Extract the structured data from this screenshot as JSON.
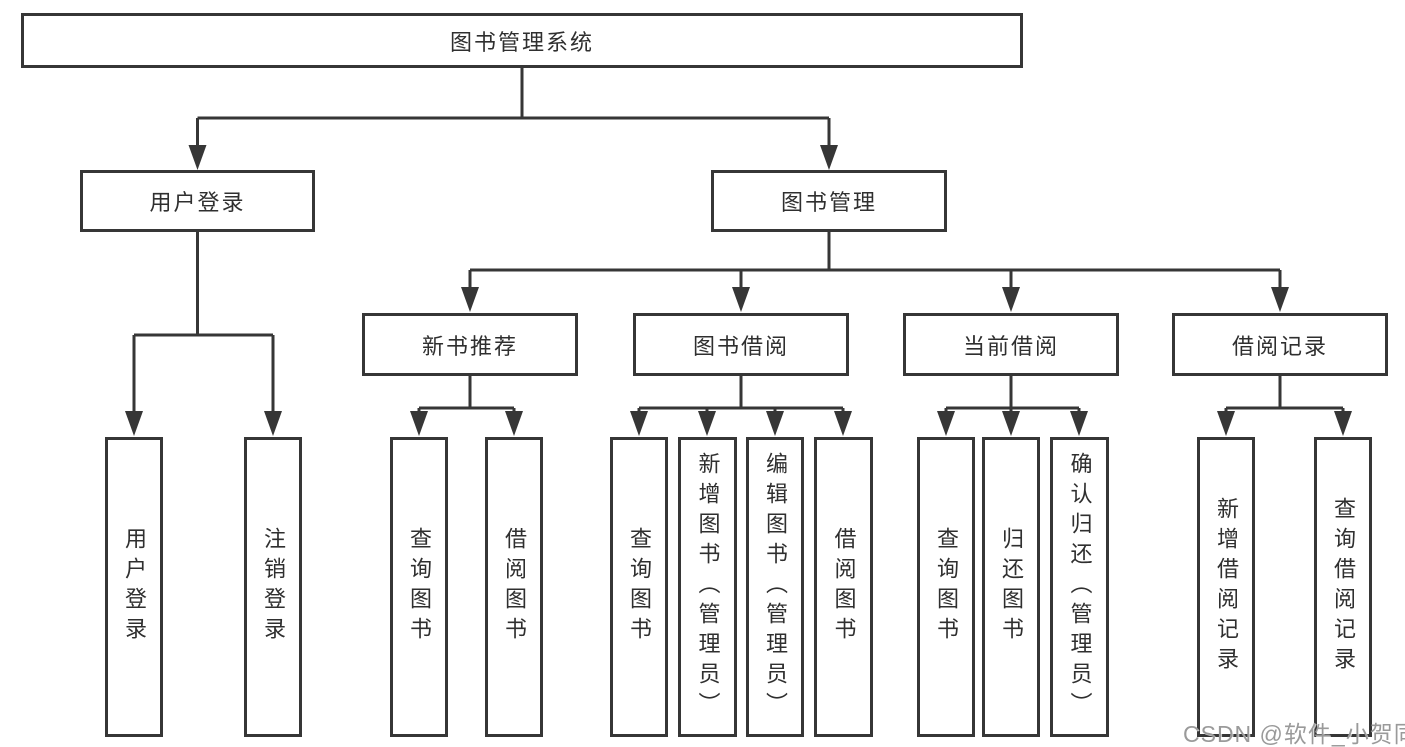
{
  "tree": {
    "root": {
      "label": "图书管理系统",
      "children": [
        {
          "label": "用户登录",
          "children": [
            {
              "label": "用户登录"
            },
            {
              "label": "注销登录"
            }
          ]
        },
        {
          "label": "图书管理",
          "children": [
            {
              "label": "新书推荐",
              "children": [
                {
                  "label": "查询图书"
                },
                {
                  "label": "借阅图书"
                }
              ]
            },
            {
              "label": "图书借阅",
              "children": [
                {
                  "label": "查询图书"
                },
                {
                  "label": "新增图书（管理员）"
                },
                {
                  "label": "编辑图书（管理员）"
                },
                {
                  "label": "借阅图书"
                }
              ]
            },
            {
              "label": "当前借阅",
              "children": [
                {
                  "label": "查询图书"
                },
                {
                  "label": "归还图书"
                },
                {
                  "label": "确认归还（管理员）"
                }
              ]
            },
            {
              "label": "借阅记录",
              "children": [
                {
                  "label": "新增借阅记录"
                },
                {
                  "label": "查询借阅记录"
                }
              ]
            }
          ]
        }
      ]
    }
  },
  "watermark": {
    "text": "CSDN @软件_小贺同学"
  },
  "colors": {
    "line": "#363636",
    "box-border": "#363636",
    "box-fill": "#ffffff",
    "text": "#2f2f2f",
    "watermark": "#9a9a9a"
  }
}
